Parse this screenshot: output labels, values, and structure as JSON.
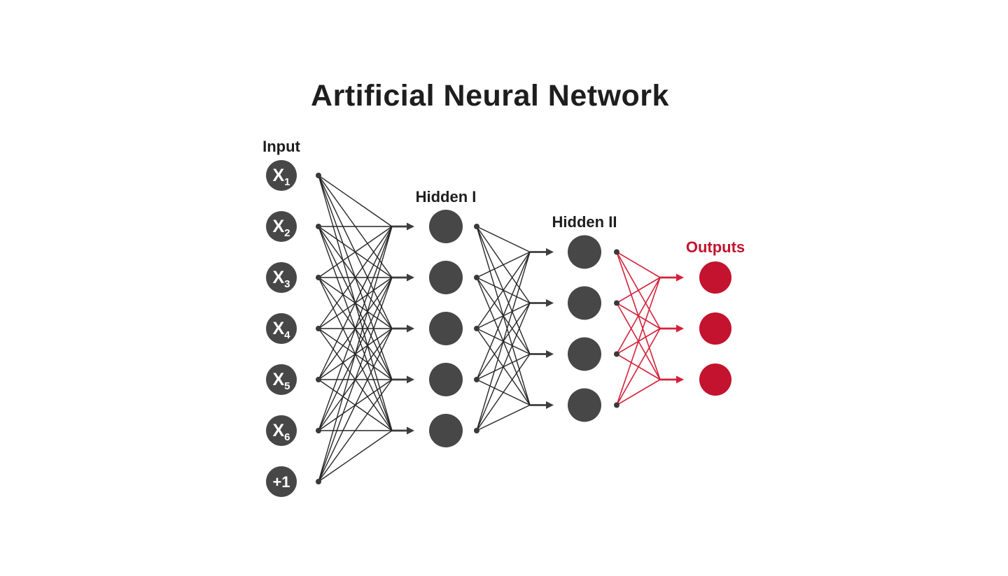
{
  "title": "Artificial Neural Network",
  "colors": {
    "background": "#ffffff",
    "title_text": "#1e1e1e",
    "label_text": "#1e1e1e",
    "node_gray": "#474747",
    "node_text": "#ffffff",
    "connector_dark": "#262626",
    "arrow_dark": "#3d3d3d",
    "dot_dark": "#3a3a3a",
    "node_red": "#c3132e",
    "connector_red": "#d4213a",
    "outputs_label_text": "#c3132e"
  },
  "network": {
    "layers": [
      {
        "id": "input",
        "label": "Input",
        "role": "input",
        "nodes": [
          {
            "base": "X",
            "sub": "1"
          },
          {
            "base": "X",
            "sub": "2"
          },
          {
            "base": "X",
            "sub": "3"
          },
          {
            "base": "X",
            "sub": "4"
          },
          {
            "base": "X",
            "sub": "5"
          },
          {
            "base": "X",
            "sub": "6"
          },
          {
            "base": "+1",
            "sub": ""
          }
        ]
      },
      {
        "id": "hidden1",
        "label": "Hidden I",
        "role": "hidden",
        "node_count": 5
      },
      {
        "id": "hidden2",
        "label": "Hidden II",
        "role": "hidden",
        "node_count": 4
      },
      {
        "id": "outputs",
        "label": "Outputs",
        "role": "output",
        "node_count": 3
      }
    ]
  }
}
